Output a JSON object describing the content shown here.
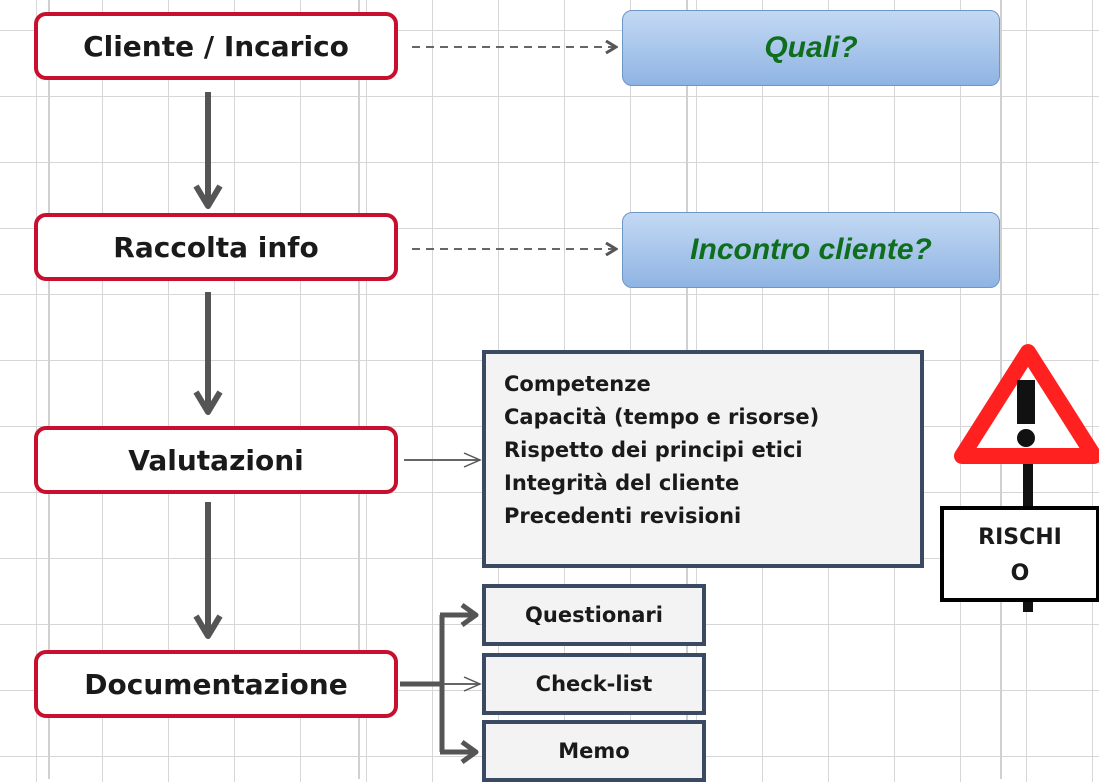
{
  "steps": {
    "client": "Cliente / Incarico",
    "info": "Raccolta info",
    "evaluation": "Valutazioni",
    "documentation": "Documentazione"
  },
  "questions": {
    "which": "Quali?",
    "meeting": "Incontro cliente?"
  },
  "evaluation_items": [
    "Competenze",
    "Capacità (tempo e risorse)",
    "Rispetto dei principi etici",
    "Integrità del cliente",
    "Precedenti revisioni"
  ],
  "documents": [
    "Questionari",
    "Check-list",
    "Memo"
  ],
  "warning": {
    "risk_line1": "RISCHI",
    "risk_line2": "O"
  },
  "colors": {
    "step_border": "#c8102e",
    "question_text": "#0f6e1e",
    "warning_red": "#ff2020",
    "box_border": "#3a4a63"
  }
}
